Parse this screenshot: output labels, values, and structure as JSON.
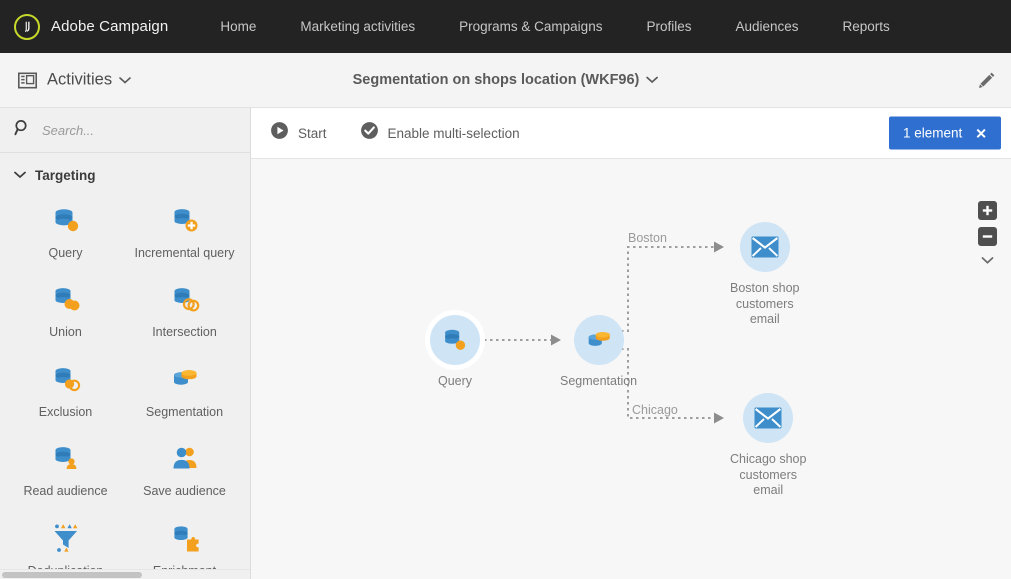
{
  "topnav": {
    "brand": "Adobe Campaign",
    "logo_icon": "adobe-campaign-logo-icon",
    "links": [
      {
        "label": "Home",
        "name": "home"
      },
      {
        "label": "Marketing activities",
        "name": "marketing-activities"
      },
      {
        "label": "Programs & Campaigns",
        "name": "programs-campaigns"
      },
      {
        "label": "Profiles",
        "name": "profiles"
      },
      {
        "label": "Audiences",
        "name": "audiences"
      },
      {
        "label": "Reports",
        "name": "reports"
      }
    ]
  },
  "subheader": {
    "activities_label": "Activities",
    "panel_icon": "panel-layout-icon",
    "chevron_icon": "chevron-down-icon",
    "workflow_title": "Segmentation on shops location (WKF96)",
    "title_chevron_icon": "chevron-down-icon",
    "edit_icon": "pencil-icon"
  },
  "sidebar": {
    "search": {
      "placeholder": "Search...",
      "value": "",
      "icon": "search-icon"
    },
    "group": {
      "title": "Targeting",
      "chevron_icon": "chevron-down-icon",
      "expanded": true
    },
    "activities": [
      {
        "label": "Query",
        "icon": "query-icon"
      },
      {
        "label": "Incremental query",
        "icon": "incremental-query-icon"
      },
      {
        "label": "Union",
        "icon": "union-icon"
      },
      {
        "label": "Intersection",
        "icon": "intersection-icon"
      },
      {
        "label": "Exclusion",
        "icon": "exclusion-icon"
      },
      {
        "label": "Segmentation",
        "icon": "segmentation-icon"
      },
      {
        "label": "Read audience",
        "icon": "read-audience-icon"
      },
      {
        "label": "Save audience",
        "icon": "save-audience-icon"
      },
      {
        "label": "Deduplication",
        "icon": "deduplication-icon"
      },
      {
        "label": "Enrichment",
        "icon": "enrichment-icon"
      }
    ]
  },
  "toolbar": {
    "start_label": "Start",
    "start_icon": "play-circle-icon",
    "multiselect_label": "Enable multi-selection",
    "multiselect_icon": "check-circle-icon",
    "badge_text": "1 element",
    "badge_close_icon": "close-icon",
    "badge_color": "#2f6fd0"
  },
  "canvas": {
    "nodes": [
      {
        "label": "Query",
        "icon": "query-icon",
        "selected": true
      },
      {
        "label": "Segmentation",
        "icon": "segmentation-icon",
        "selected": false
      },
      {
        "label": "Boston shop\ncustomers\nemail",
        "icon": "email-icon",
        "selected": false
      },
      {
        "label": "Chicago shop\ncustomers\nemail",
        "icon": "email-icon",
        "selected": false
      }
    ],
    "branch_labels": [
      {
        "label": "Boston"
      },
      {
        "label": "Chicago"
      }
    ],
    "zoom_controls": {
      "zoom_in_icon": "plus-icon",
      "zoom_out_icon": "minus-icon",
      "more_icon": "chevron-down-icon"
    }
  }
}
